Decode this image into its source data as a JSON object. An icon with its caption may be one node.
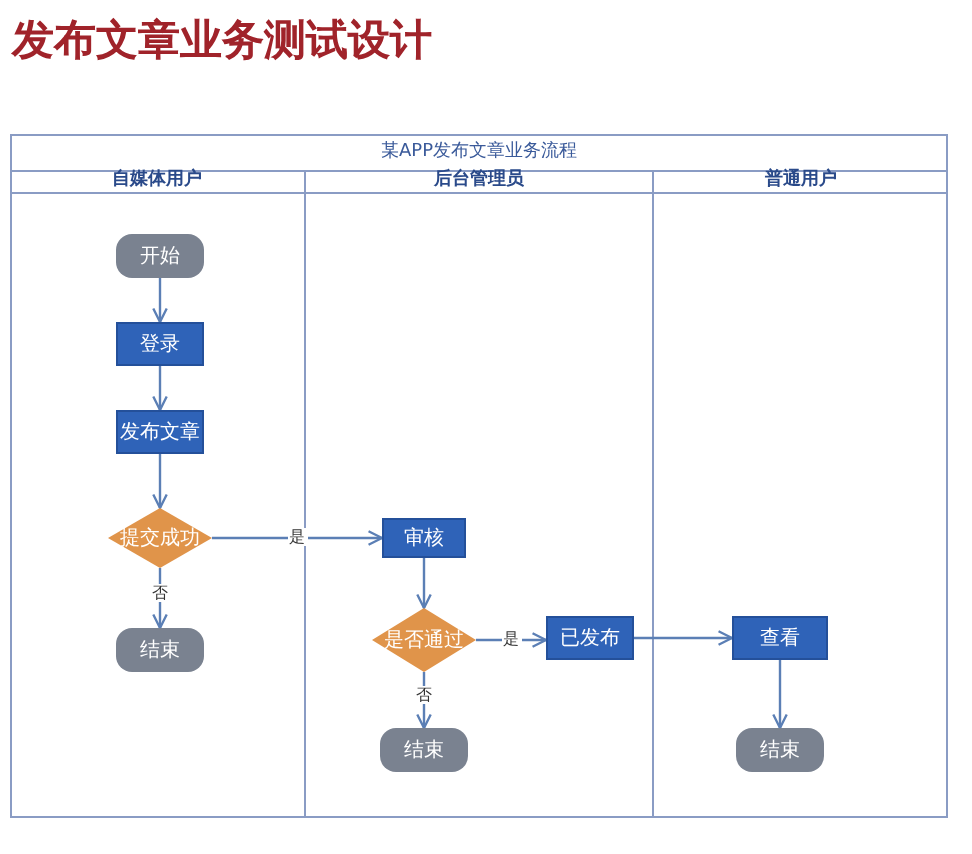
{
  "diagram": {
    "title": "发布文章业务测试设计",
    "nodes": [
      {
        "text": [
          "某APP发布文章业务流程"
        ]
      },
      {
        "text": [
          "自媒体用户"
        ],
        "in": 0
      },
      {
        "text": [
          "后台管理员"
        ],
        "in": 0
      },
      {
        "text": [
          "普通用户"
        ],
        "in": 0
      },
      {
        "text": [
          "开始"
        ],
        "in": 1
      },
      {
        "text": [
          "登录"
        ],
        "in": 1
      },
      {
        "text": [
          "发布文章"
        ],
        "in": 1
      },
      {
        "text": [
          "提交成功"
        ],
        "in": 1
      },
      {
        "text": [
          "结束"
        ],
        "in": 1
      },
      {
        "text": [
          "审核"
        ],
        "in": 2
      },
      {
        "text": [
          "是否通过"
        ],
        "in": 2
      },
      {
        "text": [
          "已发布"
        ],
        "in": 2
      },
      {
        "text": [
          "结束"
        ],
        "in": 2
      },
      {
        "text": [
          "查看"
        ],
        "in": 3
      },
      {
        "text": [
          "结束"
        ],
        "in": 3
      }
    ],
    "edges": [
      {
        "from": 4,
        "to": 5,
        "arrow": "to"
      },
      {
        "from": 5,
        "to": 6,
        "arrow": "to"
      },
      {
        "from": 6,
        "to": 7,
        "arrow": "to"
      },
      {
        "from": 7,
        "to": 9,
        "arrow": "to",
        "label": "是"
      },
      {
        "from": 7,
        "to": 8,
        "arrow": "to",
        "label": "否"
      },
      {
        "from": 9,
        "to": 10,
        "arrow": "to"
      },
      {
        "from": 10,
        "to": 11,
        "arrow": "to",
        "label": "是"
      },
      {
        "from": 10,
        "to": 12,
        "arrow": "to",
        "label": "否"
      },
      {
        "from": 11,
        "to": 13,
        "arrow": "to"
      },
      {
        "from": 13,
        "to": 14,
        "arrow": "to"
      }
    ]
  }
}
